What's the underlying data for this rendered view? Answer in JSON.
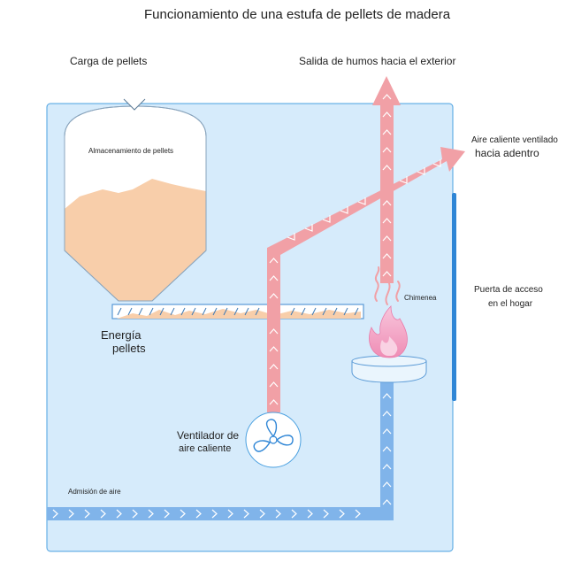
{
  "title": "Funcionamiento de una estufa de pellets de madera",
  "labels": {
    "carga": "Carga de pellets",
    "salida_humos": "Salida de humos hacia el exterior",
    "aire_caliente_l1": "Aire caliente ventilado",
    "aire_caliente_l2": "hacia adentro",
    "almacenamiento": "Almacenamiento de pellets",
    "chimenea": "Chimenea",
    "puerta_l1": "Puerta de acceso",
    "puerta_l2": "en el hogar",
    "energia_l1": "Energía",
    "energia_l2": "pellets",
    "ventilador_l1": "Ventilador de",
    "ventilador_l2": "aire caliente",
    "admision": "Admisión de aire"
  },
  "colors": {
    "panel_fill": "#d6ebfb",
    "panel_stroke": "#4aa0e0",
    "door": "#2f86d6",
    "hot_pipe": "#f1a0a6",
    "cold_pipe": "#80b4ea",
    "pellets": "#f8ceaa",
    "flame": "#f5a6c8"
  }
}
